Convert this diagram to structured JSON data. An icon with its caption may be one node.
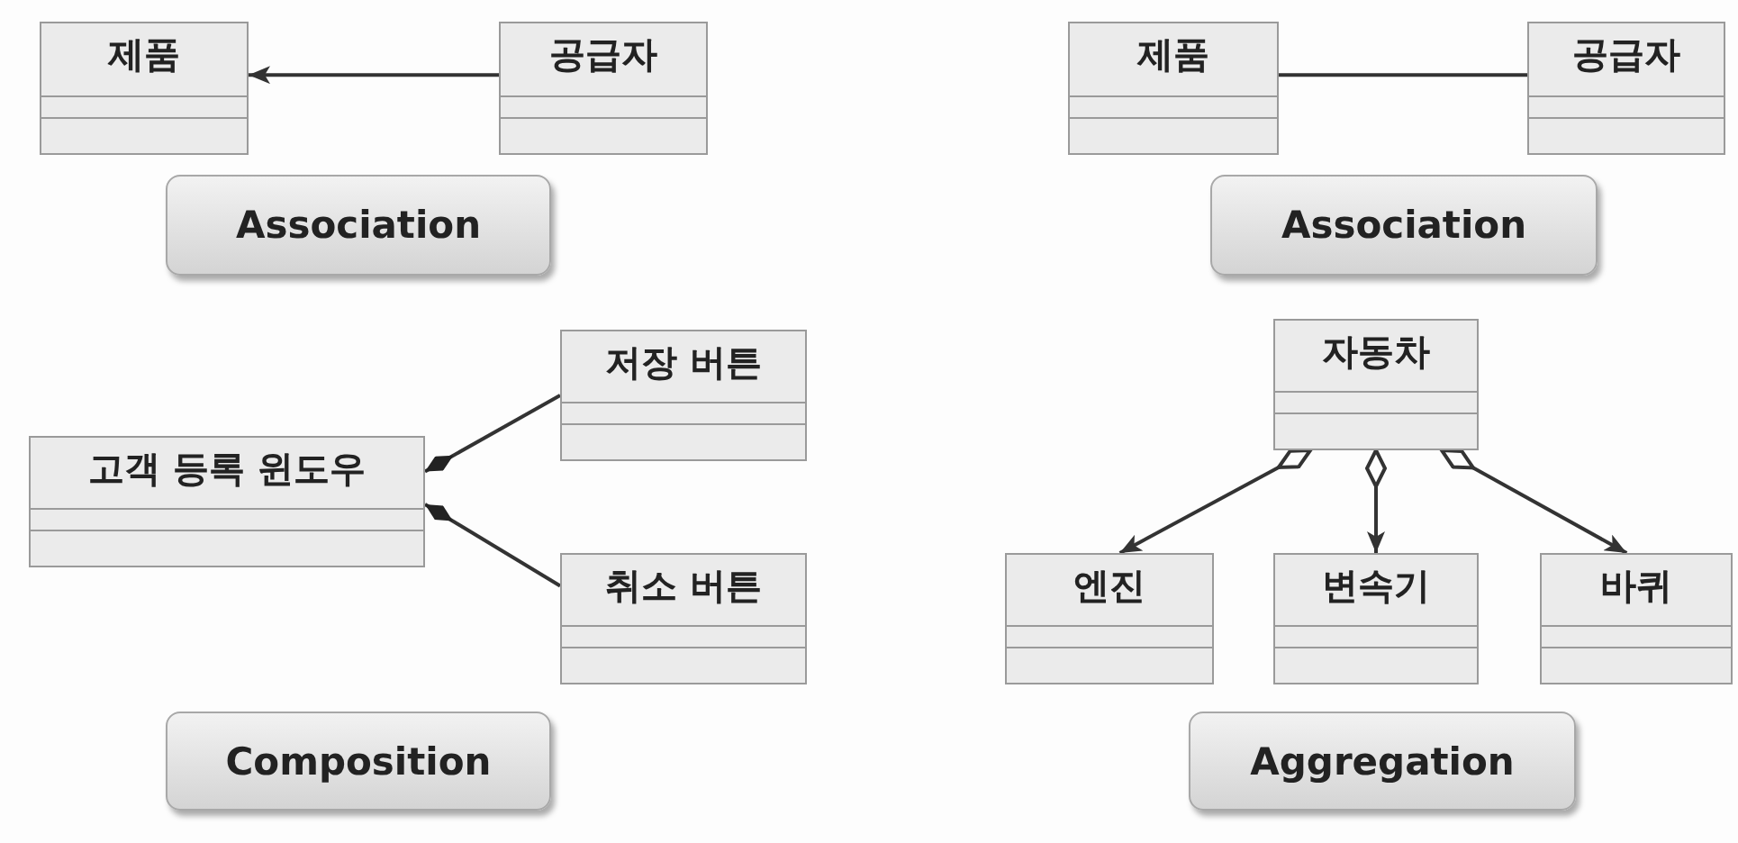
{
  "diagram": {
    "nodes": [
      {
        "text": [
          "제품"
        ]
      },
      {
        "text": [
          "공급자"
        ]
      },
      {
        "text": [
          "Association"
        ]
      },
      {
        "text": [
          "제품"
        ]
      },
      {
        "text": [
          "공급자"
        ]
      },
      {
        "text": [
          "Association"
        ]
      },
      {
        "text": [
          "고객 등록 윈도우"
        ]
      },
      {
        "text": [
          "저장 버튼"
        ]
      },
      {
        "text": [
          "취소 버튼"
        ]
      },
      {
        "text": [
          "Composition"
        ]
      },
      {
        "text": [
          "자동차"
        ]
      },
      {
        "text": [
          "엔진"
        ]
      },
      {
        "text": [
          "변속기"
        ]
      },
      {
        "text": [
          "바퀴"
        ]
      },
      {
        "text": [
          "Aggregation"
        ]
      }
    ],
    "edges": [
      {
        "from": 1,
        "to": 0,
        "arrow": "to"
      },
      {
        "from": 3,
        "to": 4,
        "arrow": "none"
      },
      {
        "from": 6,
        "to": 7,
        "arrow": "other"
      },
      {
        "from": 6,
        "to": 8,
        "arrow": "other"
      },
      {
        "from": 10,
        "to": 11,
        "arrow": "to"
      },
      {
        "from": 10,
        "to": 12,
        "arrow": "to"
      },
      {
        "from": 10,
        "to": 13,
        "arrow": "to"
      }
    ]
  }
}
